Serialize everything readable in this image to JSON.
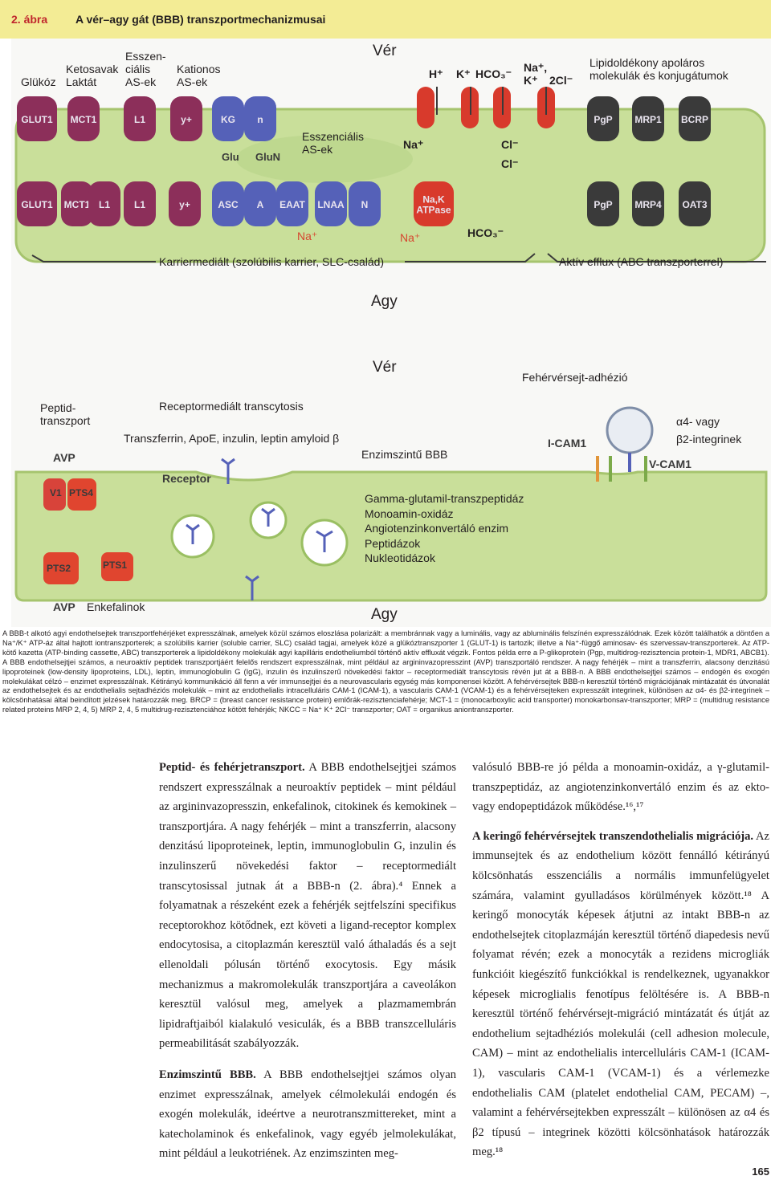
{
  "header": {
    "figure_number": "2. ábra",
    "figure_title": "A vér–agy gát (BBB) transzportmechanizmusai",
    "background_color": "#f3ec95"
  },
  "top_panel": {
    "blood_label": "Vér",
    "brain_label": "Agy",
    "top_labels": {
      "glukoz": "Glükóz",
      "ketosavak_laktat": "Ketosavak\nLaktát",
      "esszencialis_as": "Esszen-\nciális\nAS-ek",
      "kationos_as": "Kationos\nAS-ek",
      "lipoldodekony": "Lipidoldékony apoláros\nmolekulák és konjugátumok",
      "esszencialis_as_inner": "Esszenciális\nAS-ek"
    },
    "ions": {
      "h": "H⁺",
      "k": "K⁺",
      "hco3": "HCO₃⁻",
      "na_k": "Na⁺,\nK⁺",
      "cl2": "2Cl⁻",
      "na_inner": "Na⁺",
      "cl1": "Cl⁻",
      "cl2_inner": "Cl⁻",
      "na_bottom1": "Na⁺",
      "na_bottom2": "Na⁺",
      "hco3_bottom": "HCO₃⁻"
    },
    "apical_transporters": [
      "GLUT1",
      "MCT1",
      "L1",
      "y+",
      "KG",
      "n",
      "PgP",
      "MRP1",
      "BCRP"
    ],
    "inner_labels": [
      "Glu",
      "GluN"
    ],
    "basal_transporters": [
      "GLUT1",
      "MCT1",
      "L1",
      "L1",
      "y+",
      "ASC",
      "A",
      "EAAT",
      "LNAA",
      "N",
      "Na,K\nATPase",
      "PgP",
      "MRP4",
      "OAT3"
    ],
    "bracket_left": "Karriermediált (szolúbilis karrier, SLC-család)",
    "bracket_right": "Aktív efflux (ABC transzporterrel)",
    "colors": {
      "cell": "#c9df9a",
      "cell_border": "#a6c46e",
      "purple": "#8c2f5a",
      "blue": "#5561b8",
      "red": "#d83a2c",
      "dark": "#3a3a3a",
      "ion_red": "#d6452f"
    }
  },
  "bottom_panel": {
    "blood_label": "Vér",
    "brain_label": "Agy",
    "leukocyte_label": "Fehérvérsejt-adhézió",
    "peptide_transport": "Peptid-\ntranszport",
    "receptor_mediated": "Receptormediált transcytosis",
    "ligands": "Transzferrin, ApoE, inzulin, leptin amyloid β",
    "enzymatic_bbb": "Enzimszintű BBB",
    "integrins": "α4- vagy\nβ2-integrinek",
    "icam": "I-CAM1",
    "vcam": "V-CAM1",
    "receptor": "Receptor",
    "avp": "AVP",
    "avp2": "AVP",
    "v1": "V1",
    "pts4": "PTS4",
    "pts2": "PTS2",
    "pts1": "PTS1",
    "enkephalins": "Enkefalinok",
    "enzymes": [
      "Gamma-glutamil-transzpeptidáz",
      "Monoamin-oxidáz",
      "Angiotenzinkonvertáló enzim",
      "Peptidázok",
      "Nukleotidázok"
    ]
  },
  "caption": "A BBB-t alkotó agyi endothelsejtek transzportfehérjéket expresszálnak, amelyek közül számos eloszlása polarizált: a membránnak vagy a luminális, vagy az abluminális felszínén expresszálódnak. Ezek között találhatók a döntően a Na⁺/K⁺ ATP-áz által hajtott iontranszporterek; a szolúbilis karrier (soluble carrier, SLC) család tagjai, amelyek közé a glükóztranszporter 1 (GLUT-1) is tartozik; illetve a Na⁺-függő aminosav- és szervessav-transzporterek. Az ATP-kötő kazetta (ATP-binding cassette, ABC) transzporterek a lipidoldékony molekulák agyi kapilláris endotheliumból történő aktív effluxát végzik. Fontos példa erre a P-glikoprotein (Pgp, multidrog-rezisztencia protein-1, MDR1, ABCB1). A BBB endothelsejtjei számos, a neuroaktív peptidek transzportjáért felelős rendszert expresszálnak, mint például az argininvazopresszint (AVP) transzportáló rendszer. A nagy fehérjék – mint a transzferrin, alacsony denzitású lipoproteinek (low-density lipoproteins, LDL), leptin, immunoglobulin G (IgG), inzulin és inzulinszerű növekedési faktor – receptormediált transcytosis révén jut át a BBB-n. A BBB endothelsejtjei számos – endogén és exogén molekulákat célzó – enzimet expresszálnak. Kétirányú kommunikáció áll fenn a vér immunsejtjei és a neurovascularis egység más komponensei között. A fehérvérsejtek BBB-n keresztül történő migrációjának mintázatát és útvonalát az endothelsejtek és az endothelialis sejtadhéziós molekulák – mint az endothelialis intracelluláris CAM-1 (ICAM-1), a vascularis CAM-1 (VCAM-1) és a fehérvérsejteken expresszált integrinek, különösen az α4- és β2-integrinek – kölcsönhatásai által beindított jelzések határozzák meg. BRCP = (breast cancer resistance protein) emlőrák-rezisztenciafehérje; MCT-1 = (monocarboxylic acid transporter) monokarbonsav-transzporter; MRP = (multidrug resistance related proteins MRP 2, 4, 5) MRP 2, 4, 5 multidrug-rezisztenciához kötött fehérjék; NKCC = Na⁺ K⁺ 2Cl⁻ transzporter; OAT = organikus aniontranszporter.",
  "body": {
    "left": {
      "h1": "Peptid- és fehérjetranszport.",
      "p1": " A BBB endothelsejtjei számos rendszert expresszálnak a neuroaktív peptidek – mint például az argininvazopresszin, enkefalinok, citokinek és kemokinek – transzportjára. A nagy fehérjék – mint a transzferrin, alacsony denzitású lipoproteinek, leptin, immunoglobulin G, inzulin és inzulinszerű növekedési faktor – receptormediált transcytosissal jutnak át a BBB-n (2. ábra).⁴ Ennek a folyamatnak a részeként ezek a fehérjék sejtfelszíni specifikus receptorokhoz kötődnek, ezt követi a ligand-receptor komplex endocytosisa, a citoplazmán keresztül való áthaladás és a sejt ellenoldali pólusán történő exocytosis. Egy másik mechanizmus a makromolekulák transzportjára a caveolákon keresztül valósul meg, amelyek a plazmamembrán lipidraftjaiból kialakuló vesiculák, és a BBB transzcelluláris permeabilitását szabályozzák.",
      "h2": "Enzimszintű BBB.",
      "p2": " A BBB endothelsejtjei számos olyan enzimet expresszálnak, amelyek célmolekulái endogén és exogén molekulák, ideértve a neurotranszmittereket, mint a katecholaminok és enkefalinok, vagy egyéb jelmolekulákat, mint például a leukotriének. Az enzimszinten meg-"
    },
    "right": {
      "p0": "valósuló BBB-re jó példa a monoamin-oxidáz, a γ-glutamil-transzpeptidáz, az angiotenzinkonvertáló enzim és az ekto- vagy endopeptidázok működése.¹⁶,¹⁷",
      "h3": "A keringő fehérvérsejtek transzendothelialis migrációja.",
      "p3": " Az immunsejtek és az endothelium között fennálló kétirányú kölcsönhatás esszenciális a normális immunfelügyelet számára, valamint gyulladásos körülmények között.¹⁸ A keringő monocyták képesek átjutni az intakt BBB-n az endothelsejtek citoplazmáján keresztül történő diapedesis nevű folyamat révén; ezek a monocyták a rezidens microgliák funkcióit kiegészítő funkciókkal is rendelkeznek, ugyanakkor képesek microglialis fenotípus felöltésére is. A BBB-n keresztül történő fehérvérsejt-migráció mintázatát és útját az endothelium sejtadhéziós molekulái (cell adhesion molecule, CAM) – mint az endothelialis intercelluláris CAM-1 (ICAM-1), vascularis CAM-1 (VCAM-1) és a vérlemezke endothelialis CAM (platelet endothelial CAM, PECAM) –, valamint a fehérvérsejtekben expresszált – különösen az α4 és β2 típusú – integrinek közötti kölcsönhatások határozzák meg.¹⁸"
    }
  },
  "page_number": "165"
}
